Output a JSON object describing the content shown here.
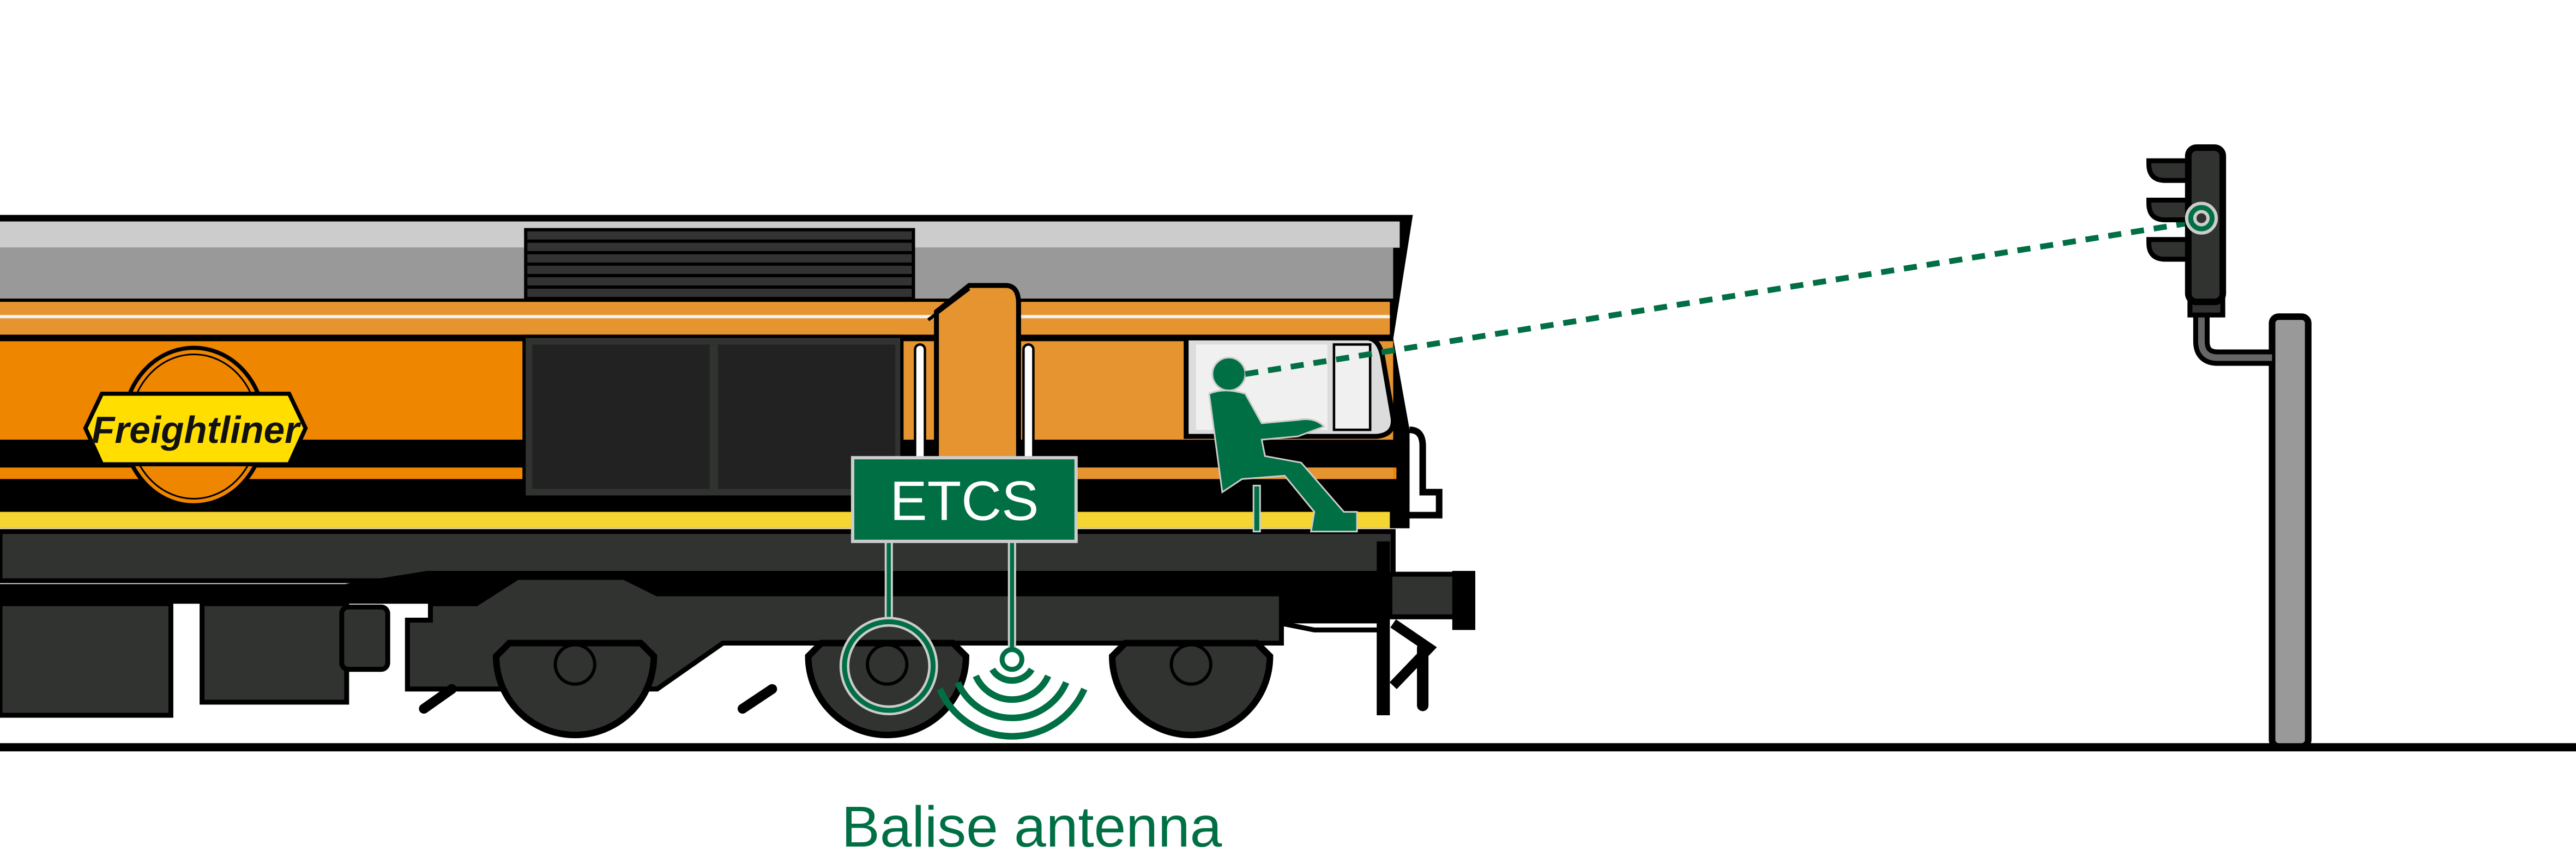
{
  "logo": {
    "text": "Freightliner"
  },
  "etcs_box": {
    "label": "ETCS"
  },
  "caption": {
    "label": "Balise antenna"
  },
  "colors": {
    "etcs_green": "#006f44",
    "body_orange": "#ef8600",
    "stripe_orange": "#e5942f",
    "yellow": "#f5d531",
    "dark_gray": "#313331",
    "roof_gray": "#999999",
    "roof_light": "#cccccc"
  }
}
